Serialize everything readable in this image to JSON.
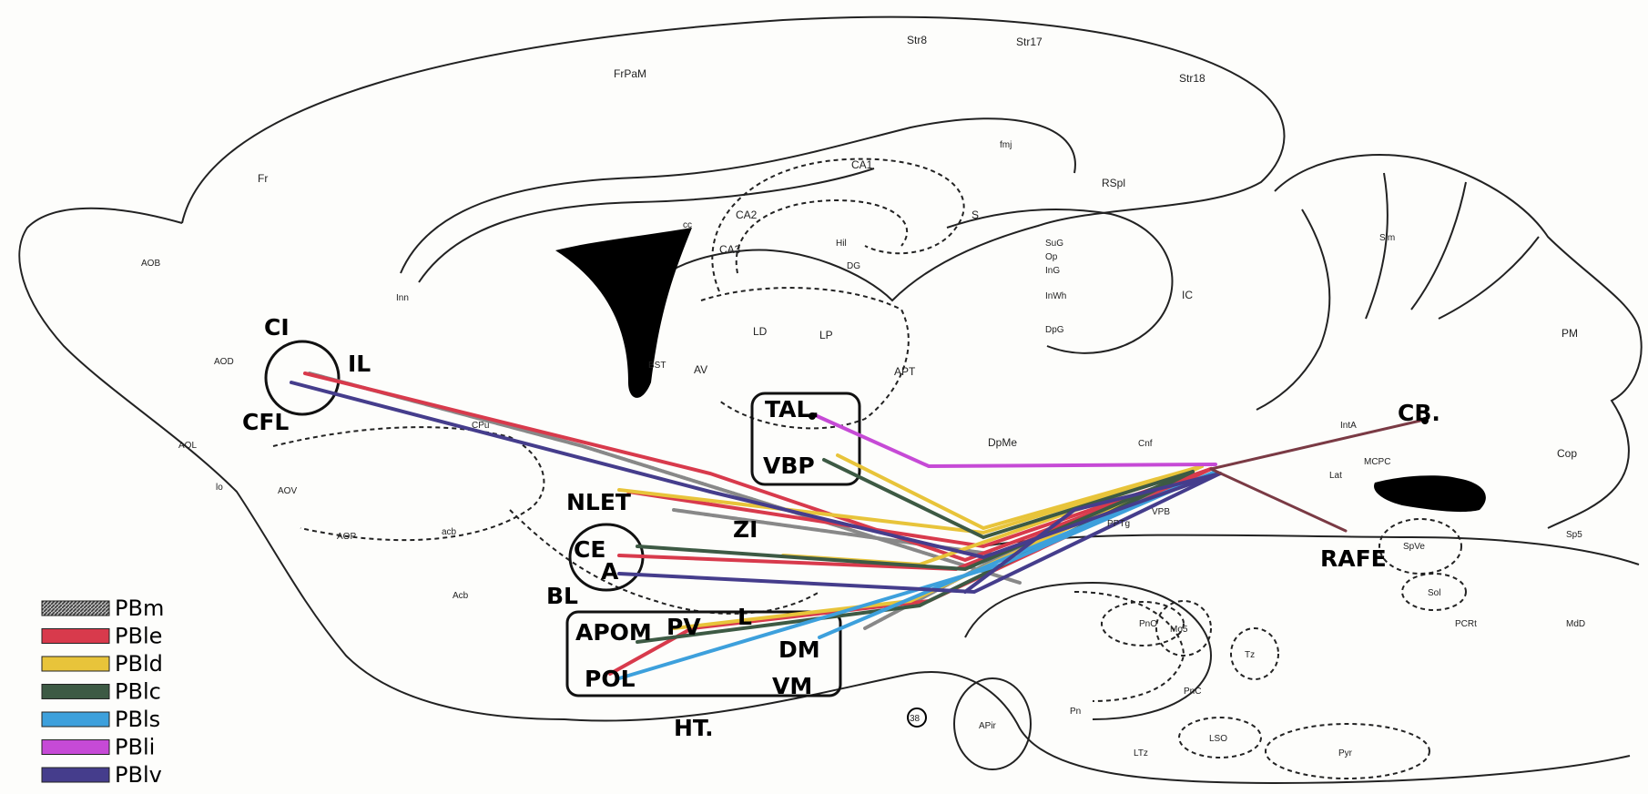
{
  "colors": {
    "PBm": "#888888",
    "PBle": "#d83a4c",
    "PBld": "#e8c43a",
    "PBlc": "#3d5a44",
    "PBls": "#3da0dc",
    "PBli": "#c64ad6",
    "PBlv": "#453d8c",
    "outline": "#222222",
    "black_fill": "#000000"
  },
  "big_labels": {
    "CI": "CI",
    "IL": "IL",
    "CPU": "CFL",
    "TAL": "TAL.",
    "VBP": "VBP",
    "NLET": "NLET",
    "CE": "CE",
    "A": "A",
    "ZI": "ZI",
    "BL": "BL",
    "APOM": "APOM",
    "PV": "PV",
    "L": "L",
    "POL": "POL",
    "DM": "DM",
    "VM": "VM",
    "HT": "HT.",
    "CB": "CB.",
    "RAFE": "RAFE"
  },
  "small_labels": {
    "FrPaM": "FrPaM",
    "Str8": "Str8",
    "Str17": "Str17",
    "Str18": "Str18",
    "Fr": "Fr",
    "fmj": "fmj",
    "CA1": "CA1",
    "RSpl": "RSpl",
    "CA2": "CA2",
    "CA3": "CA3",
    "Hil": "Hil",
    "DG": "DG",
    "S": "S",
    "cc": "cc",
    "SuG": "SuG",
    "Op": "Op",
    "InG": "InG",
    "InWh": "InWh",
    "DpG": "DpG",
    "IC": "IC",
    "AOB": "AOB",
    "AOD": "AOD",
    "AOL": "AOL",
    "AOV": "AOV",
    "AOP": "AOP",
    "lo": "lo",
    "Inn": "Inn",
    "LD": "LD",
    "LP": "LP",
    "APT": "APT",
    "AV": "AV",
    "BST": "BST",
    "CPu": "CPu",
    "DpMe": "DpMe",
    "Cnf": "Cnf",
    "acb": "acb",
    "Acb": "Acb",
    "VPB": "VPB",
    "PPTg": "PPTg",
    "SpVe": "SpVe",
    "Sol": "Sol",
    "Mo5": "Mo5",
    "PnO": "PnO",
    "PnC": "PnC",
    "Pn": "Pn",
    "APir": "APir",
    "LSO": "LSO",
    "LTz": "LTz",
    "Pyr": "Pyr",
    "PCRt": "PCRt",
    "MdD": "MdD",
    "Sp5": "Sp5",
    "Cop": "Cop",
    "PM": "PM",
    "Sim": "Sim",
    "IntA": "IntA",
    "MCPC": "MCPC",
    "Lat": "Lat",
    "Tz": "Tz",
    "fig": "38"
  },
  "legend": [
    {
      "label": "PBm",
      "color": "#888888",
      "hatched": true
    },
    {
      "label": "PBle",
      "color": "#d83a4c",
      "hatched": false
    },
    {
      "label": "PBld",
      "color": "#e8c43a",
      "hatched": false
    },
    {
      "label": "PBlc",
      "color": "#3d5a44",
      "hatched": false
    },
    {
      "label": "PBls",
      "color": "#3da0dc",
      "hatched": false
    },
    {
      "label": "PBli",
      "color": "#c64ad6",
      "hatched": false
    },
    {
      "label": "PBlv",
      "color": "#453d8c",
      "hatched": false
    }
  ]
}
